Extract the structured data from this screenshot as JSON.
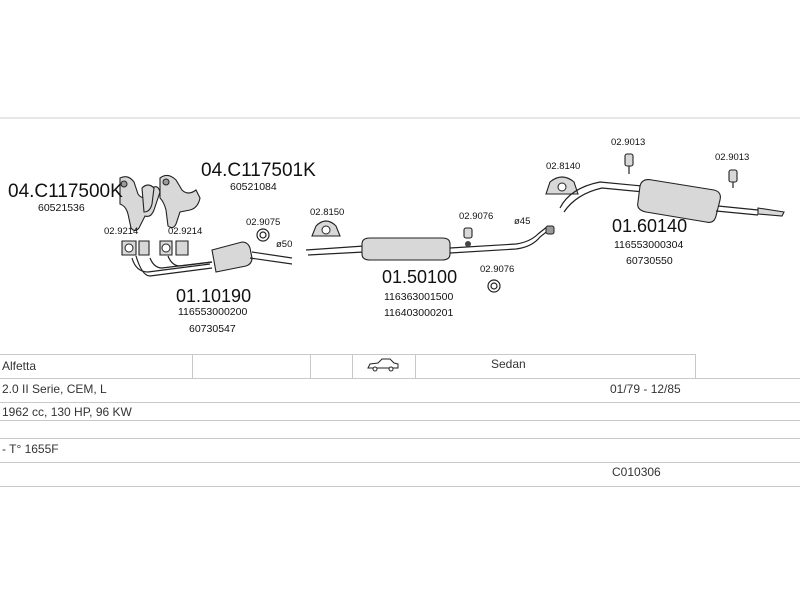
{
  "parts": {
    "manifold_left": {
      "code": "04.C117500K",
      "ref": "60521536"
    },
    "manifold_right": {
      "code": "04.C117501K",
      "ref": "60521084"
    },
    "gasket_left": "02.9214",
    "gasket_right": "02.9214",
    "clamp_front": "02.9075",
    "front_pipe": {
      "code": "01.10190",
      "ref1": "116553000200",
      "ref2": "60730547"
    },
    "pipe_diam_front": "ø50",
    "clamp_mid": "02.8150",
    "middle_silencer": {
      "code": "01.50100",
      "ref1": "116363001500",
      "ref2": "116403000201"
    },
    "hanger_mid_top": "02.9076",
    "hanger_mid_bottom": "02.9076",
    "pipe_diam_rear": "ø45",
    "mount_rear": "02.8140",
    "hanger_rear_left": "02.9013",
    "hanger_rear_right": "02.9013",
    "rear_silencer": {
      "code": "01.60140",
      "ref1": "116553000304",
      "ref2": "60730550"
    }
  },
  "vehicle": {
    "model": "Alfetta",
    "body": "Sedan",
    "engine": "2.0 II Serie, CEM, L",
    "period": "01/79 - 12/85",
    "spec": "1962 cc, 130 HP, 96 KW",
    "note": "- T° 1655F",
    "catalog_code": "C010306",
    "body_icon": "sedan-car-icon"
  }
}
